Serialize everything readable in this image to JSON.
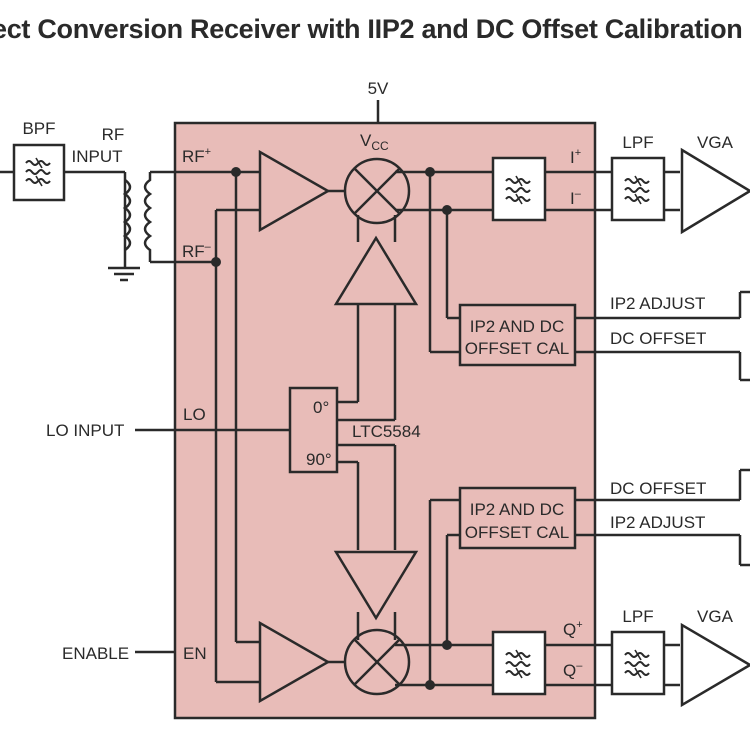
{
  "diagram": {
    "title": "ect Conversion Receiver with IIP2 and DC Offset Calibration",
    "chip_label": "LTC5584",
    "supply": "5V",
    "vcc": "V",
    "vcc_sub": "CC",
    "colors": {
      "chip_fill": "#e8bcb8",
      "line": "#2a2a2a",
      "background": "#ffffff"
    },
    "labels": {
      "bpf": "BPF",
      "rf_input_1": "RF",
      "rf_input_2": "INPUT",
      "rf_plus": "RF",
      "rf_plus_sup": "+",
      "rf_minus": "RF",
      "rf_minus_sup": "–",
      "lo_input": "LO INPUT",
      "lo": "LO",
      "enable": "ENABLE",
      "en": "EN",
      "phase_0": "0°",
      "phase_90": "90°",
      "i_plus": "I",
      "i_plus_sup": "+",
      "i_minus": "I",
      "i_minus_sup": "–",
      "q_plus": "Q",
      "q_plus_sup": "+",
      "q_minus": "Q",
      "q_minus_sup": "–",
      "lpf_top": "LPF",
      "vga_top": "VGA",
      "lpf_bottom": "LPF",
      "vga_bottom": "VGA",
      "cal_top_1": "IP2 AND DC",
      "cal_top_2": "OFFSET CAL",
      "cal_bottom_1": "IP2 AND DC",
      "cal_bottom_2": "OFFSET CAL",
      "ip2_adjust_top": "IP2 ADJUST",
      "dc_offset_top": "DC OFFSET",
      "dc_offset_bottom": "DC OFFSET",
      "ip2_adjust_bottom": "IP2 ADJUST"
    }
  }
}
